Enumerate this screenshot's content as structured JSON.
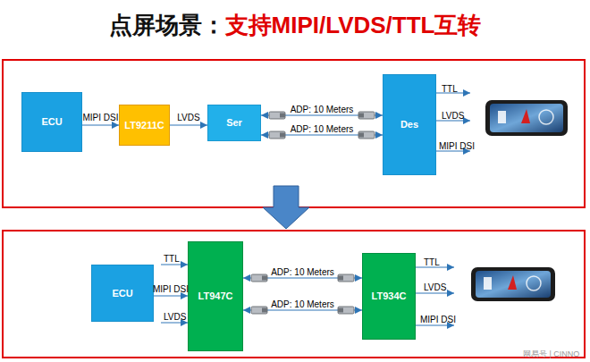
{
  "diagram": {
    "title": "点屏场景：",
    "nodes": [
      {
        "text": [
          "ECU"
        ]
      },
      {
        "text": [
          "LT9211C"
        ]
      },
      {
        "text": [
          "Ser"
        ]
      },
      {
        "text": [
          "Des"
        ]
      },
      {
        "text": [
          "ECU"
        ]
      },
      {
        "text": [
          "LT947C"
        ]
      },
      {
        "text": [
          "LT934C"
        ]
      }
    ],
    "edges": [
      {
        "from": 0,
        "to": 1,
        "label": "MIPI DSI",
        "arrow": "to"
      },
      {
        "from": 1,
        "to": 2,
        "label": "LVDS",
        "arrow": "to"
      },
      {
        "from": 2,
        "to": 3,
        "label": "ADP: 10 Meters",
        "arrow": "both"
      },
      {
        "from": 2,
        "to": 3,
        "label": "ADP: 10 Meters",
        "arrow": "both"
      },
      {
        "from": 4,
        "to": 5,
        "label": "MIPI DSI",
        "arrow": "to"
      },
      {
        "from": 5,
        "to": 6,
        "label": "ADP: 10 Meters",
        "arrow": "both"
      },
      {
        "from": 5,
        "to": 6,
        "label": "ADP: 10 Meters",
        "arrow": "both"
      }
    ],
    "labels": [
      "支持MIPI/LVDS/TTL互转",
      "TTL",
      "LVDS",
      "MIPI DSI",
      "TTL",
      "LVDS",
      "TTL",
      "LVDS",
      "MIPI DSI",
      "网易号 | CINNO"
    ]
  }
}
